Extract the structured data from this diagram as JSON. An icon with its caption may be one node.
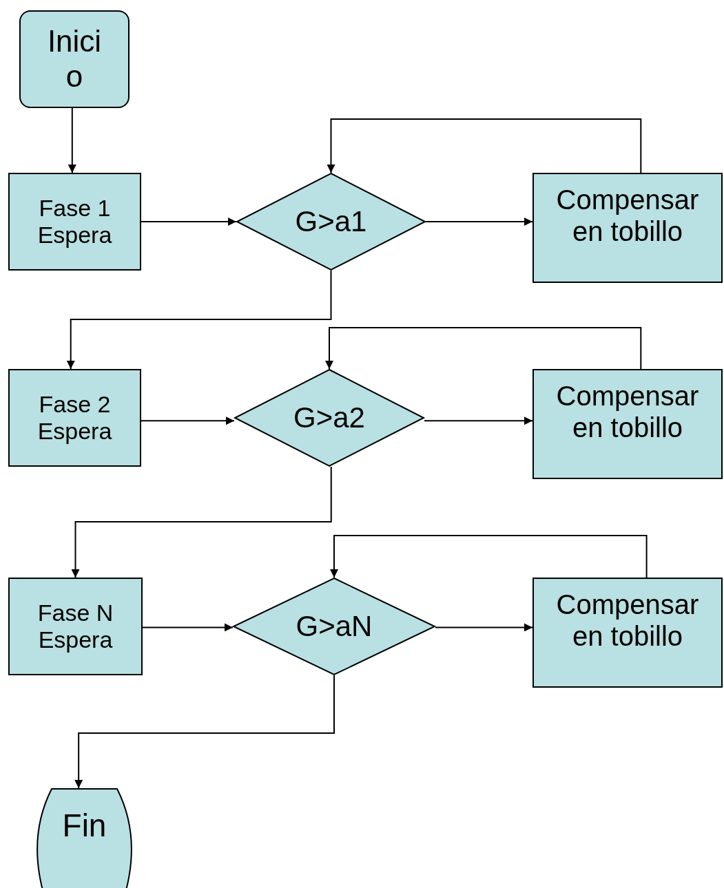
{
  "diagram": {
    "nodes": [
      {
        "text": [
          "Inicio"
        ]
      },
      {
        "text": [
          "Fase 1 Espera"
        ]
      },
      {
        "text": [
          "G>a1"
        ]
      },
      {
        "text": [
          "Compensar en tobillo"
        ]
      },
      {
        "text": [
          "Fase 2 Espera"
        ]
      },
      {
        "text": [
          "G>a2"
        ]
      },
      {
        "text": [
          "Compensar en tobillo"
        ]
      },
      {
        "text": [
          "Fase N Espera"
        ]
      },
      {
        "text": [
          "G>aN"
        ]
      },
      {
        "text": [
          "Compensar en tobillo"
        ]
      },
      {
        "text": [
          "Fin"
        ]
      }
    ],
    "edges": [
      {
        "from": 0,
        "to": 1,
        "arrow": "to"
      },
      {
        "from": 1,
        "to": 2,
        "arrow": "to"
      },
      {
        "from": 2,
        "to": 3,
        "arrow": "to"
      },
      {
        "from": 3,
        "to": 2,
        "arrow": "to"
      },
      {
        "from": 2,
        "to": 4,
        "arrow": "to"
      },
      {
        "from": 4,
        "to": 5,
        "arrow": "to"
      },
      {
        "from": 5,
        "to": 6,
        "arrow": "to"
      },
      {
        "from": 6,
        "to": 5,
        "arrow": "to"
      },
      {
        "from": 5,
        "to": 7,
        "arrow": "to"
      },
      {
        "from": 7,
        "to": 8,
        "arrow": "to"
      },
      {
        "from": 8,
        "to": 9,
        "arrow": "to"
      },
      {
        "from": 9,
        "to": 8,
        "arrow": "to"
      },
      {
        "from": 8,
        "to": 10,
        "arrow": "to"
      }
    ]
  }
}
